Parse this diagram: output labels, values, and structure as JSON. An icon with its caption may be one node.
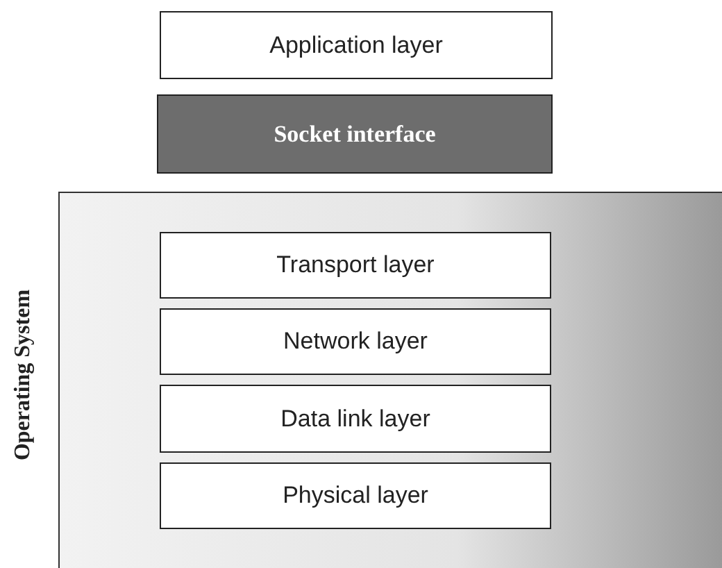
{
  "diagram": {
    "nodes": [
      {
        "text": [
          "Application layer"
        ]
      },
      {
        "text": [
          "Socket interface"
        ]
      },
      {
        "text": [
          "Operating System"
        ]
      },
      {
        "text": [
          "Transport layer"
        ],
        "in": 2
      },
      {
        "text": [
          "Network layer"
        ],
        "in": 2
      },
      {
        "text": [
          "Data link layer"
        ],
        "in": 2
      },
      {
        "text": [
          "Physical layer"
        ],
        "in": 2
      }
    ]
  }
}
